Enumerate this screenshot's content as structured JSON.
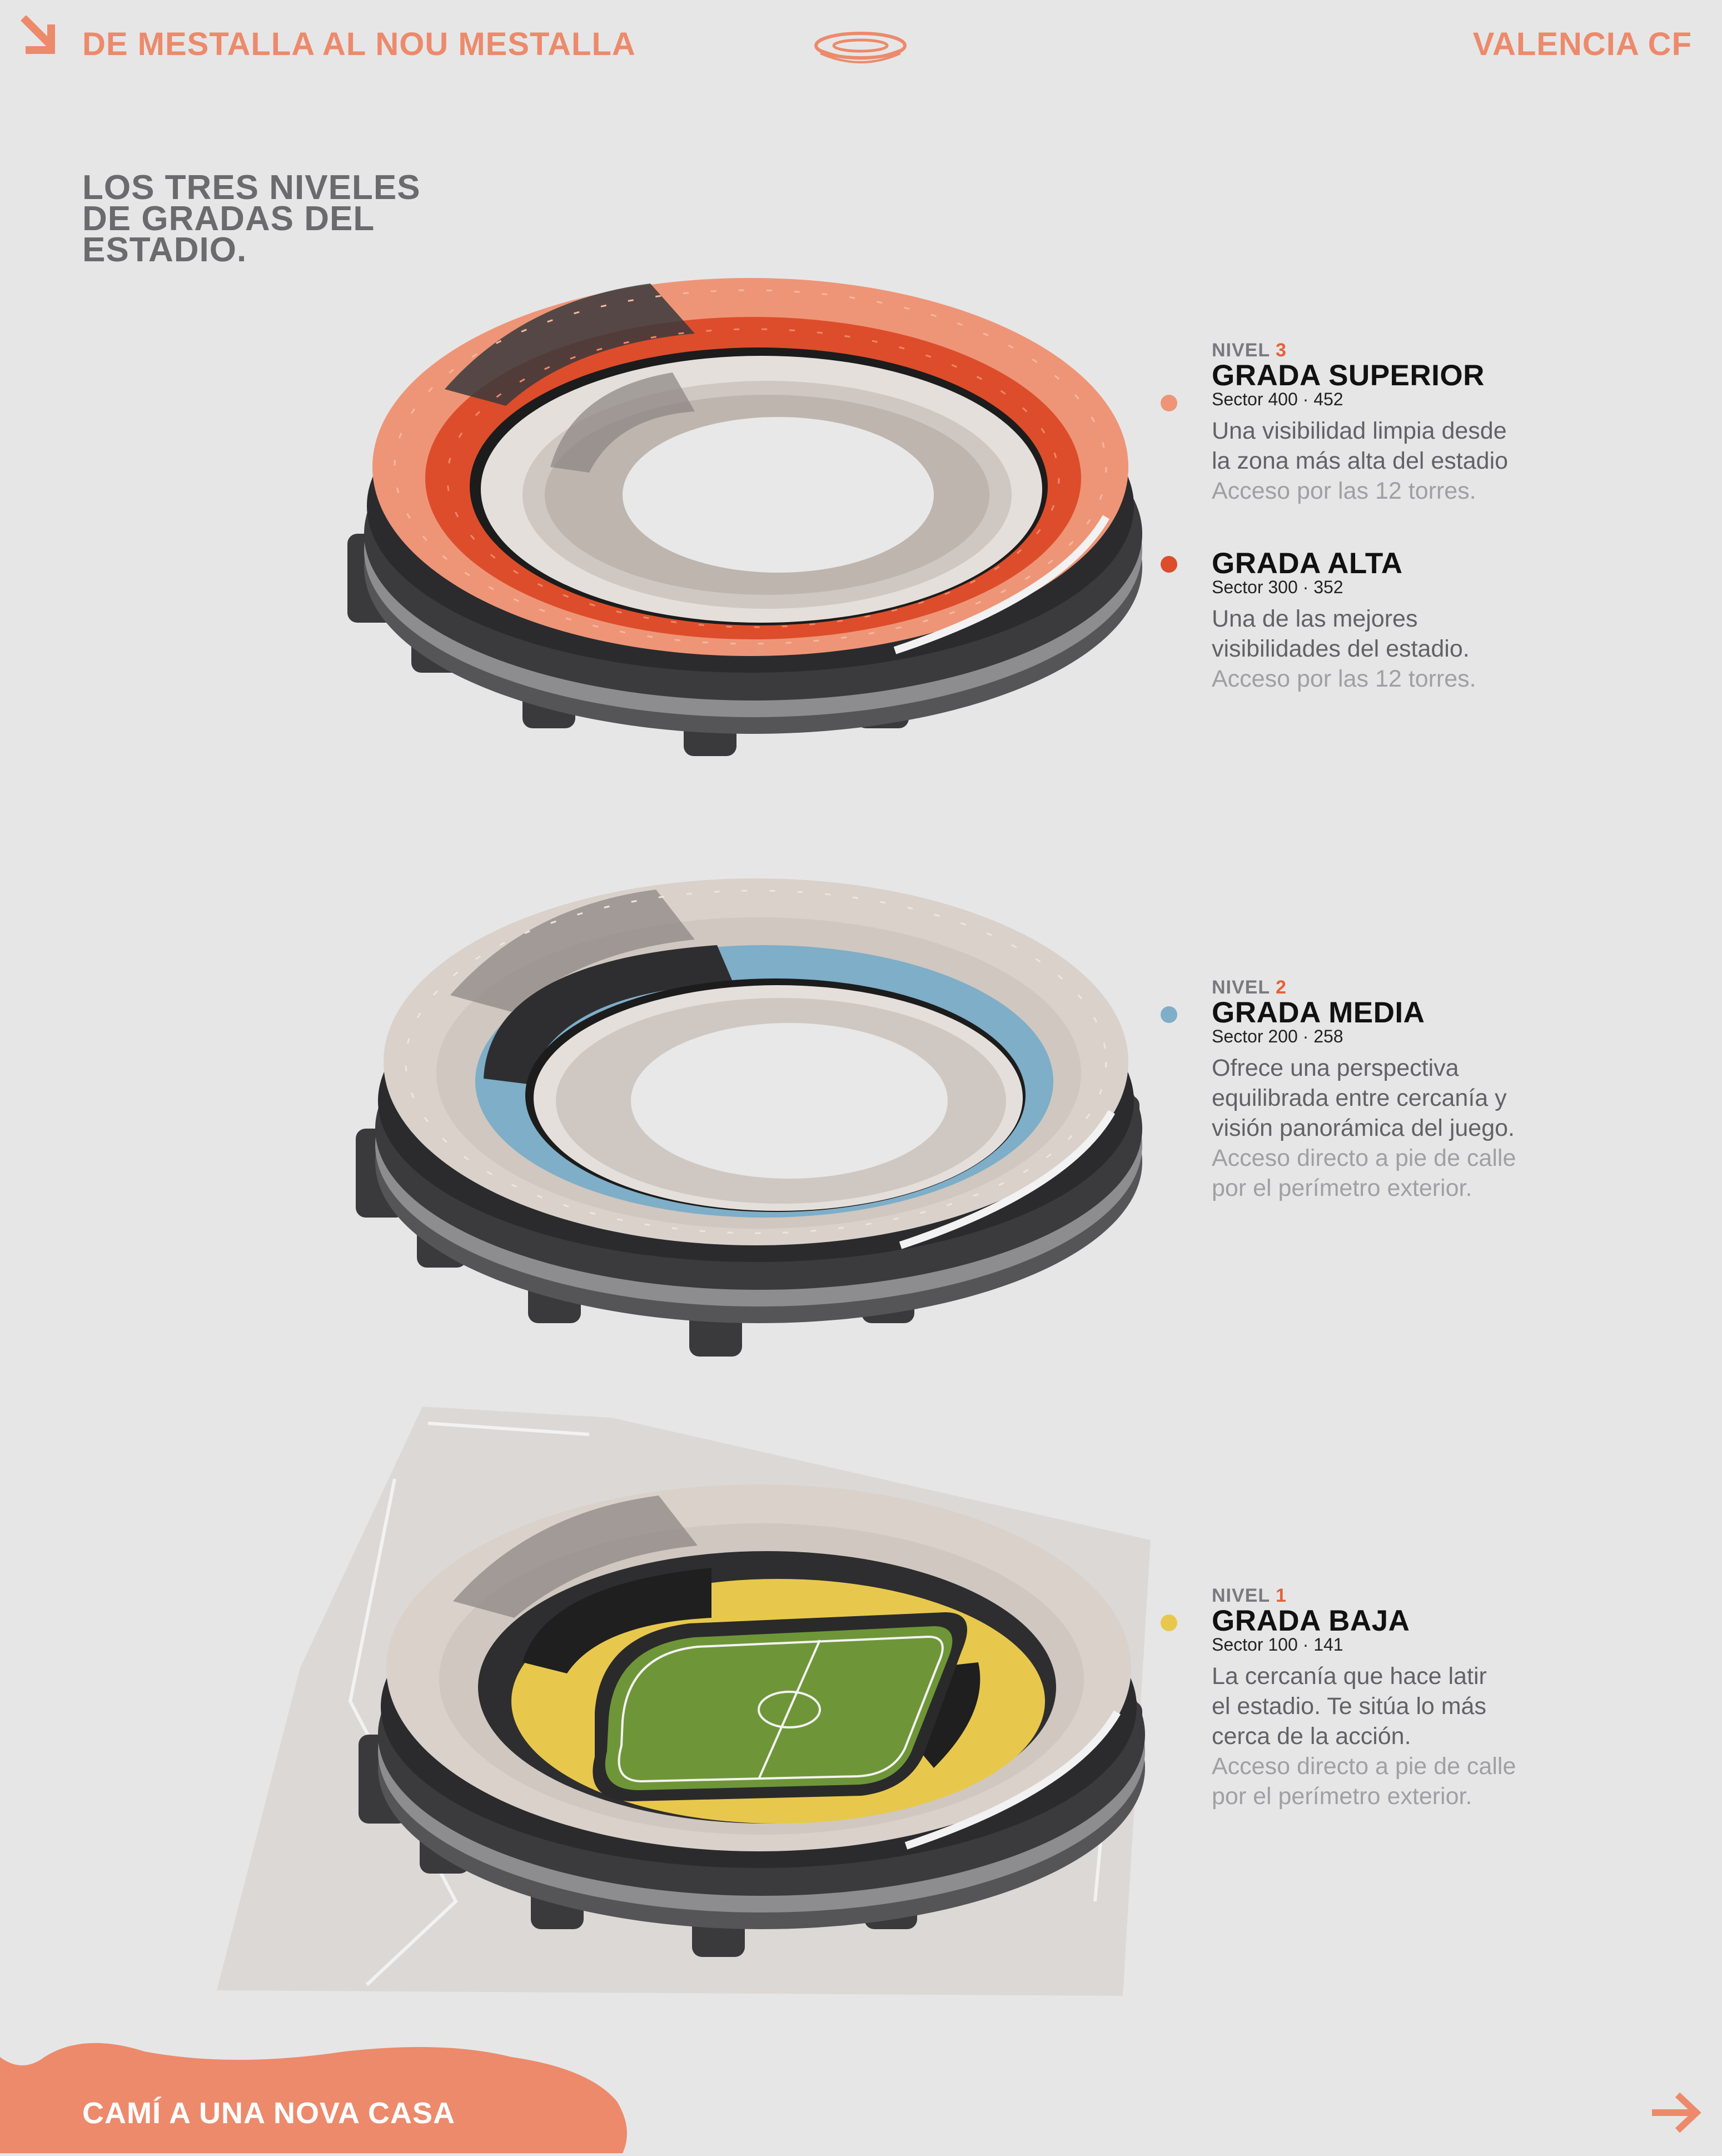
{
  "header": {
    "left_title": "DE MESTALLA AL NOU MESTALLA",
    "right_title": "VALENCIA CF"
  },
  "intro": {
    "line1": "LOS TRES NIVELES",
    "line2": "DE GRADAS DEL",
    "line3": "ESTADIO."
  },
  "tiers": [
    {
      "level_label": "NIVEL",
      "level_num": "3",
      "name": "GRADA SUPERIOR",
      "sector": "Sector 400 · 452",
      "desc": [
        "Una visibilidad limpia desde",
        "la zona más alta del estadio"
      ],
      "access": [
        "Acceso por las 12 torres."
      ],
      "color": "#ee9577"
    },
    {
      "level_label": "",
      "level_num": "",
      "name": "GRADA ALTA",
      "sector": "Sector 300 · 352",
      "desc": [
        "Una de las mejores",
        "visibilidades del estadio."
      ],
      "access": [
        "Acceso por las 12 torres."
      ],
      "color": "#dd4d2b"
    },
    {
      "level_label": "NIVEL",
      "level_num": "2",
      "name": "GRADA MEDIA",
      "sector": "Sector 200 · 258",
      "desc": [
        "Ofrece una perspectiva",
        "equilibrada entre cercanía y",
        "visión panorámica del juego."
      ],
      "access": [
        "Acceso directo a pie de calle",
        "por el perímetro exterior."
      ],
      "color": "#7eaec8"
    },
    {
      "level_label": "NIVEL",
      "level_num": "1",
      "name": "GRADA BAJA",
      "sector": "Sector 100 · 141",
      "desc": [
        "La cercanía que hace latir",
        "el estadio. Te sitúa lo más",
        "cerca de la acción."
      ],
      "access": [
        "Acceso directo a pie de calle",
        "por el perímetro exterior."
      ],
      "color": "#e8c84c"
    }
  ],
  "footer": {
    "label": "CAMÍ A UNA NOVA CASA"
  },
  "icons": {
    "top_left": "arrow-down-right-icon",
    "top_center": "stadium-logo-icon",
    "bottom_right": "arrow-right-icon"
  },
  "colors": {
    "accent": "#ec8a6b",
    "background": "#e6e6e7",
    "superior": "#ee9577",
    "alta": "#dd4d2b",
    "media": "#7eaec8",
    "baja": "#e8c84c",
    "pitch": "#6e9638"
  }
}
